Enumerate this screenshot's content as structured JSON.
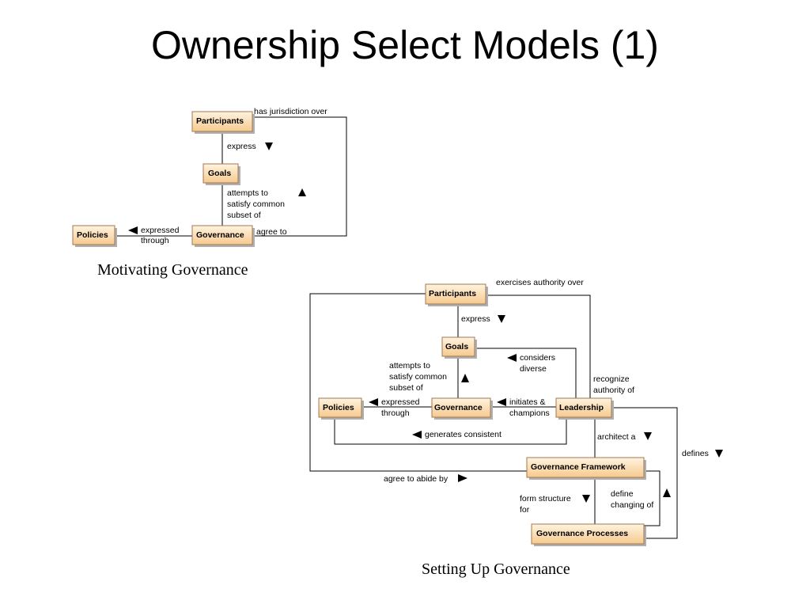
{
  "title": "Ownership Select Models (1)",
  "diagram1": {
    "caption": "Motivating Governance",
    "nodes": {
      "participants": "Participants",
      "goals": "Goals",
      "policies": "Policies",
      "governance": "Governance"
    },
    "edges": {
      "jurisdiction": "has jurisdiction over",
      "express": "express",
      "attempts": [
        "attempts to",
        "satisfy common",
        "subset of"
      ],
      "expressed": [
        "expressed",
        "through"
      ],
      "agree": "agree to"
    }
  },
  "diagram2": {
    "caption": "Setting Up Governance",
    "nodes": {
      "participants": "Participants",
      "goals": "Goals",
      "policies": "Policies",
      "governance": "Governance",
      "leadership": "Leadership",
      "framework": "Governance Framework",
      "processes": "Governance Processes"
    },
    "edges": {
      "exercises": "exercises authority over",
      "express": "express",
      "considers": [
        "considers",
        "diverse"
      ],
      "attempts": [
        "attempts to",
        "satisfy common",
        "subset of"
      ],
      "recognize": [
        "recognize",
        "authority of"
      ],
      "expressed": [
        "expressed",
        "through"
      ],
      "initiates": [
        "initiates &",
        "champions"
      ],
      "generates": "generates consistent",
      "architect": "architect a",
      "defines": "defines",
      "agree_abide": "agree to abide by",
      "form_structure": [
        "form structure",
        "for"
      ],
      "define_changing": [
        "define",
        "changing of"
      ]
    }
  }
}
